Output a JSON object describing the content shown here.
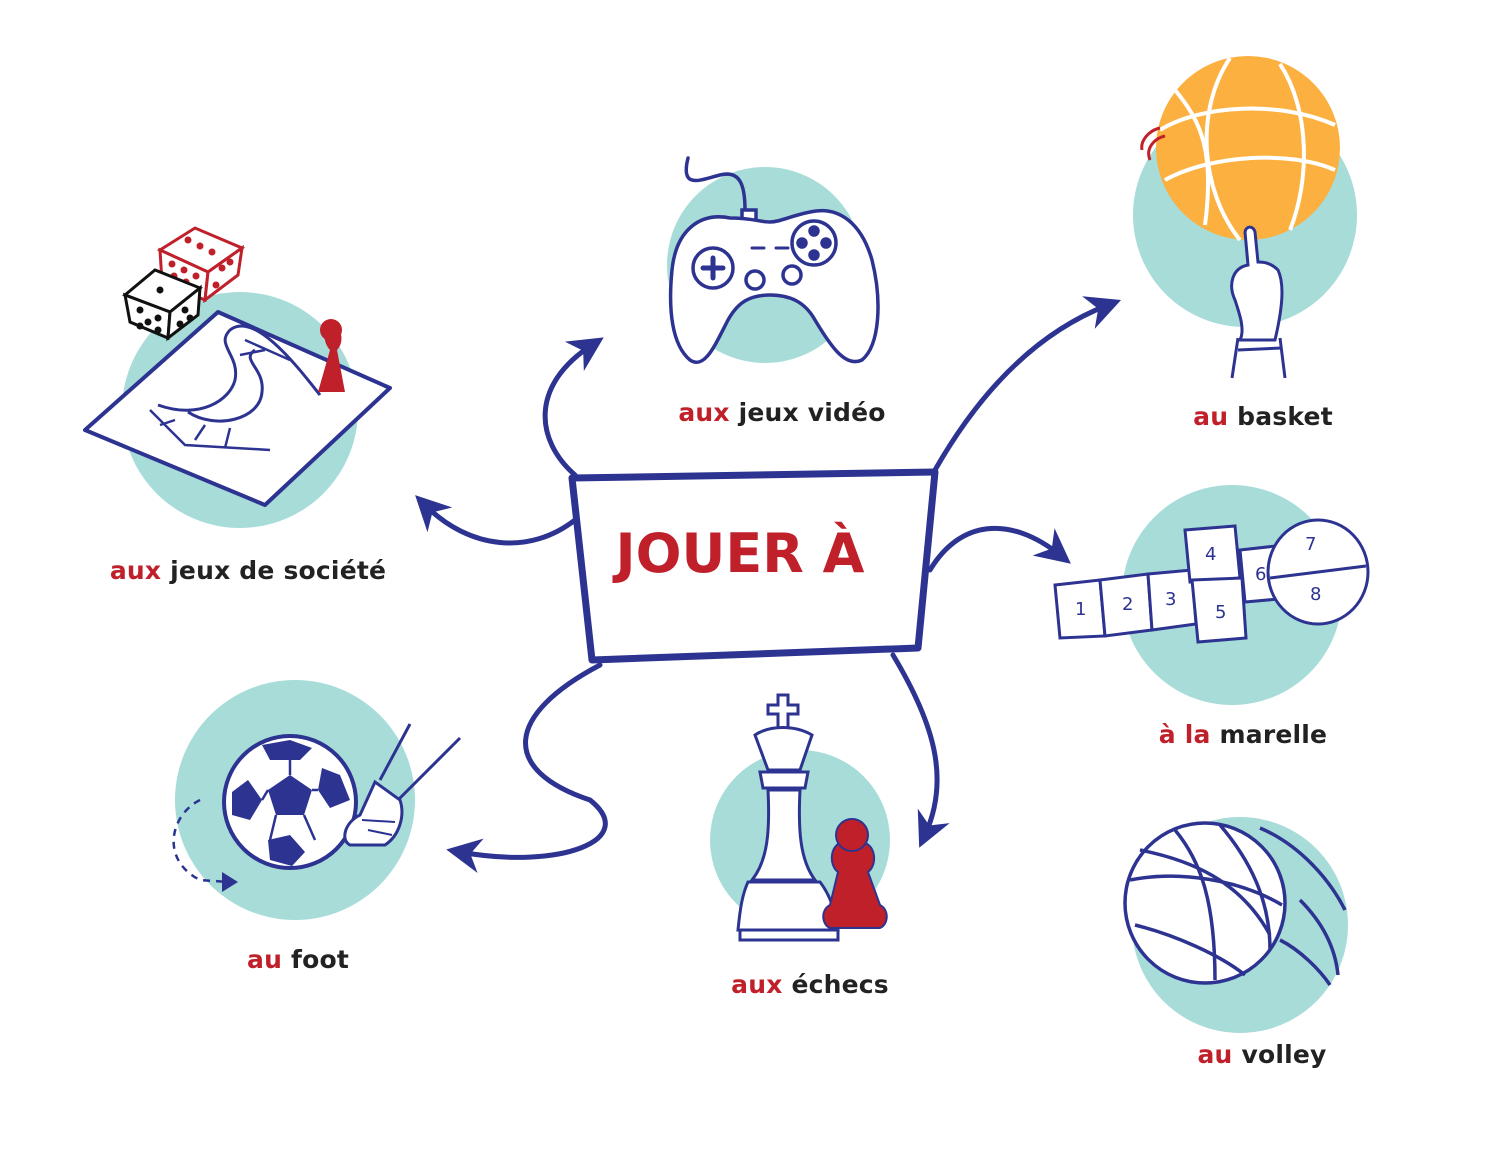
{
  "center": {
    "title": "JOUER À"
  },
  "items": [
    {
      "id": "jeux-de-societe",
      "article": "aux",
      "word": "jeux de société"
    },
    {
      "id": "jeux-video",
      "article": "aux",
      "word": "jeux vidéo"
    },
    {
      "id": "basket",
      "article": "au",
      "word": "basket"
    },
    {
      "id": "marelle",
      "article": "à la",
      "word": "marelle"
    },
    {
      "id": "foot",
      "article": "au",
      "word": "foot"
    },
    {
      "id": "echecs",
      "article": "aux",
      "word": "échecs"
    },
    {
      "id": "volley",
      "article": "au",
      "word": "volley"
    }
  ],
  "hopscotch_numbers": [
    "1",
    "2",
    "3",
    "4",
    "5",
    "6",
    "7",
    "8"
  ],
  "colors": {
    "navy": "#2d3391",
    "red": "#c0202a",
    "teal": "#a8dcd9",
    "orange": "#fbb040",
    "text": "#222222"
  },
  "icons": [
    "dice-icon",
    "board-game-icon",
    "gamepad-icon",
    "basketball-icon",
    "hopscotch-icon",
    "football-icon",
    "chess-icon",
    "volleyball-icon"
  ]
}
